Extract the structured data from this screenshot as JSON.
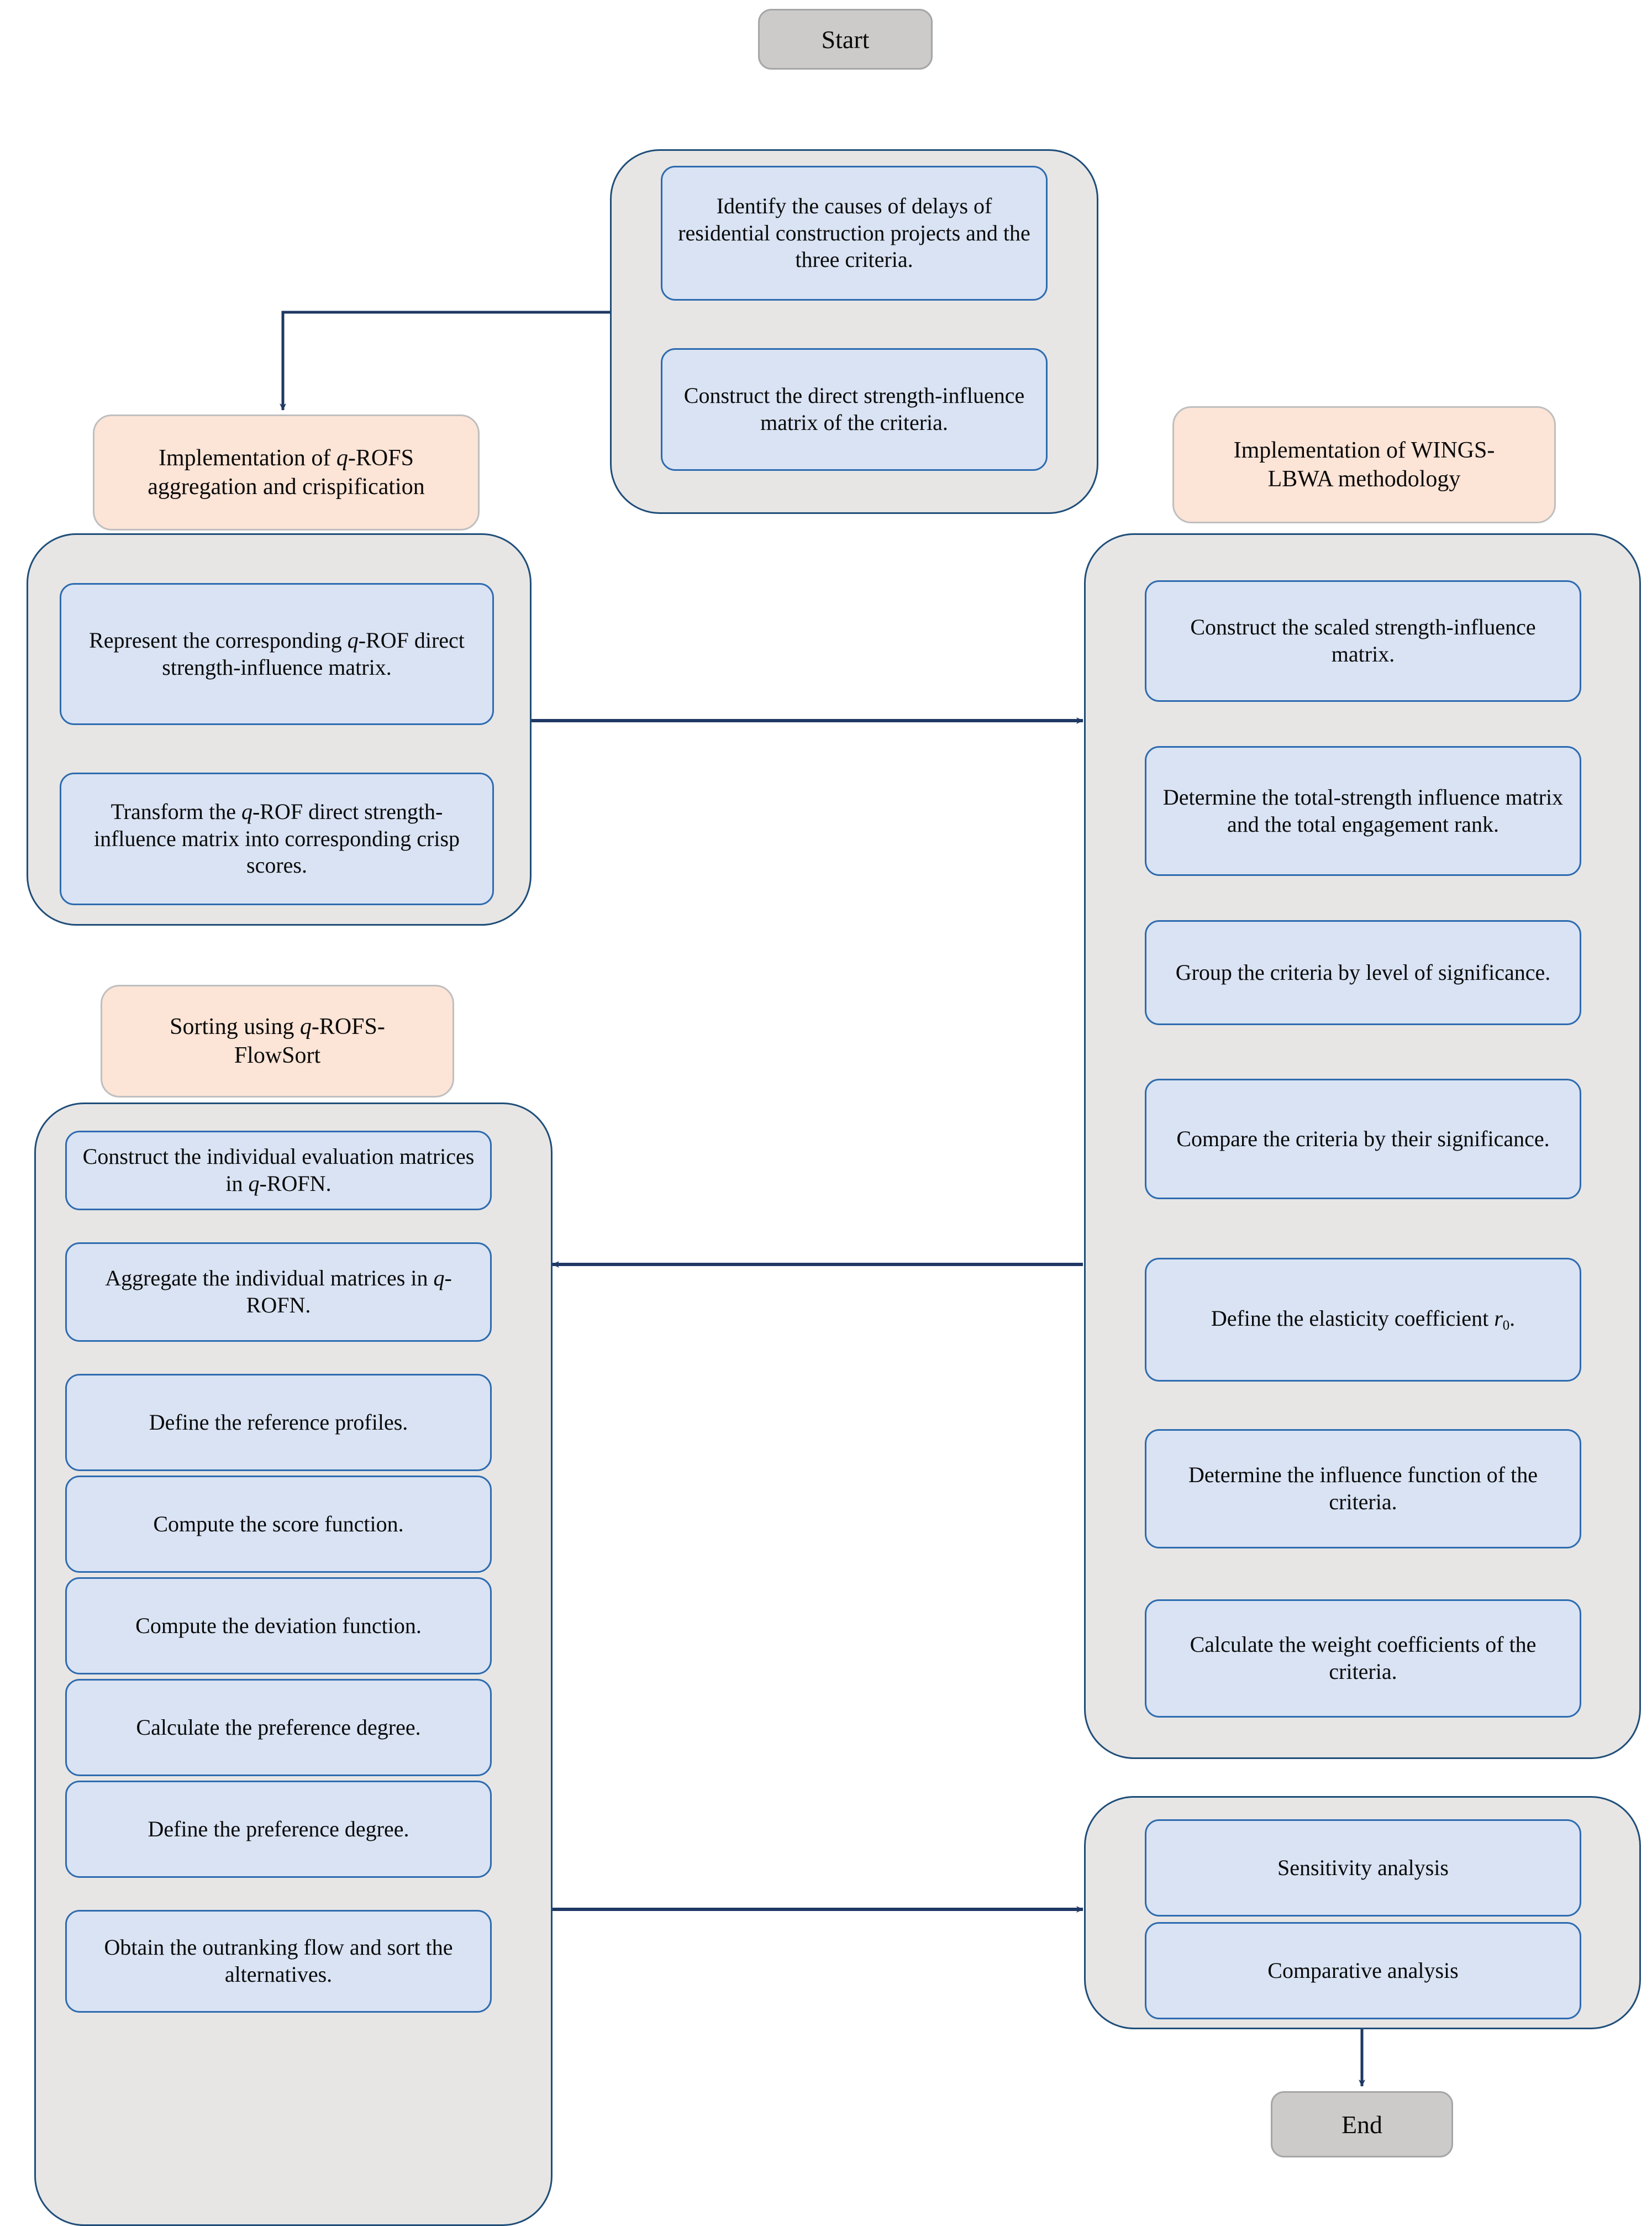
{
  "diagram": {
    "title_text_present": false,
    "colors": {
      "group_fill": "#e7e6e5",
      "group_stroke": "#1f4e79",
      "step_fill": "#d9e3f3",
      "step_stroke": "#2e6bb0",
      "phase_fill": "#fce4d6",
      "phase_stroke": "#bfbfbf",
      "terminal_fill": "#cdcbc9",
      "terminal_stroke": "#a6a6a6",
      "connector_dark": "#1f3864",
      "connector_black": "#000000"
    }
  },
  "terminals": {
    "start": "Start",
    "end": "End"
  },
  "phases": {
    "identification": {
      "steps": [
        "Identify the causes of delays of residential construction projects and the three criteria.",
        "Construct the direct strength-influence matrix of the criteria."
      ]
    },
    "qrofs": {
      "label_line1": "Implementation of ",
      "label_italic": "q",
      "label_line1_rest": "-ROFS",
      "label_line2": "aggregation and crispification",
      "steps": [
        {
          "pre": "Represent the corresponding ",
          "it": "q",
          "post": "-ROF direct strength-influence matrix."
        },
        {
          "pre": "Transform the ",
          "it": "q",
          "post": "-ROF direct strength-influence matrix into corresponding crisp scores."
        }
      ]
    },
    "wings_lbwa": {
      "label_line1": "Implementation of WINGS-",
      "label_line2": "LBWA methodology",
      "steps": [
        "Construct the scaled strength-influence matrix.",
        "Determine the total-strength influence matrix and the total engagement rank.",
        "Group the criteria by level of significance.",
        "Compare the criteria by their significance.",
        "Define the elasticity coefficient r0.",
        "Determine the influence function of the criteria.",
        "Calculate the weight coefficients of the criteria."
      ],
      "elasticity_step": {
        "pre": "Define the elasticity coefficient ",
        "it": "r",
        "sub": "0",
        "post": "."
      }
    },
    "flowsort": {
      "label_line1_pre": "Sorting using ",
      "label_italic": "q",
      "label_line1_post": "-ROFS-",
      "label_line2": "FlowSort",
      "steps": [
        {
          "pre": "Construct the individual evaluation matrices in ",
          "it": "q",
          "post": "-ROFN."
        },
        {
          "pre": "Aggregate the individual matrices in ",
          "it": "q",
          "post": "-ROFN."
        },
        {
          "pre": "Define the reference profiles.",
          "it": "",
          "post": ""
        },
        {
          "pre": "Compute the score function.",
          "it": "",
          "post": ""
        },
        {
          "pre": "Compute the deviation function.",
          "it": "",
          "post": ""
        },
        {
          "pre": "Calculate the preference degree.",
          "it": "",
          "post": ""
        },
        {
          "pre": "Define the preference degree.",
          "it": "",
          "post": ""
        },
        {
          "pre": "Obtain the outranking flow and sort the alternatives.",
          "it": "",
          "post": ""
        }
      ]
    },
    "analysis": {
      "steps": [
        "Sensitivity analysis",
        "Comparative analysis"
      ]
    }
  }
}
